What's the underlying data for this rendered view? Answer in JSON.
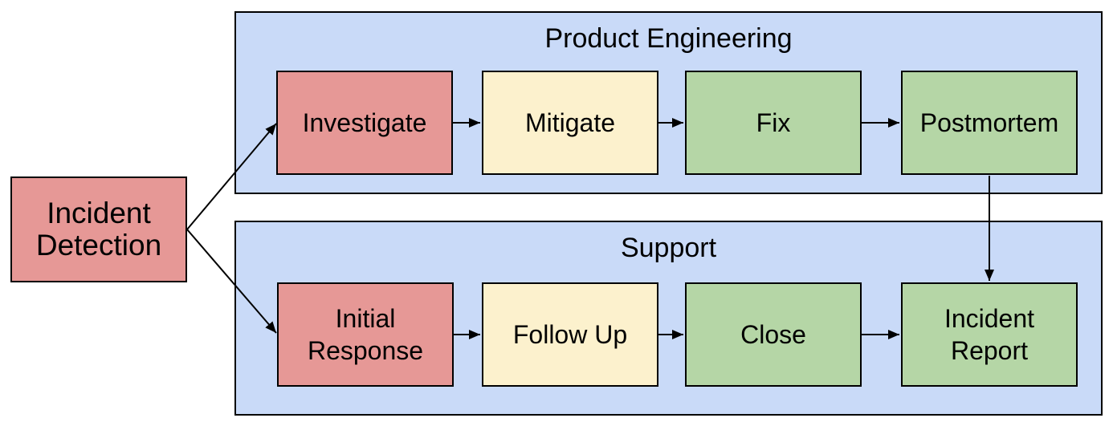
{
  "diagram": {
    "source": {
      "label": "Incident Detection",
      "fill": "#E69896"
    },
    "lanes": [
      {
        "title": "Product Engineering",
        "fill": "#C9DAF8",
        "nodes": [
          {
            "label": "Investigate",
            "fill": "#E69896"
          },
          {
            "label": "Mitigate",
            "fill": "#FCF1CD"
          },
          {
            "label": "Fix",
            "fill": "#B5D6A6"
          },
          {
            "label": "Postmortem",
            "fill": "#B5D6A6"
          }
        ]
      },
      {
        "title": "Support",
        "fill": "#C9DAF8",
        "nodes": [
          {
            "label": "Initial Response",
            "fill": "#E69896"
          },
          {
            "label": "Follow Up",
            "fill": "#FCF1CD"
          },
          {
            "label": "Close",
            "fill": "#B5D6A6"
          },
          {
            "label": "Incident Report",
            "fill": "#B5D6A6"
          }
        ]
      }
    ],
    "edges": [
      {
        "from": "Incident Detection",
        "to": "Investigate"
      },
      {
        "from": "Incident Detection",
        "to": "Initial Response"
      },
      {
        "from": "Investigate",
        "to": "Mitigate"
      },
      {
        "from": "Mitigate",
        "to": "Fix"
      },
      {
        "from": "Fix",
        "to": "Postmortem"
      },
      {
        "from": "Postmortem",
        "to": "Incident Report"
      },
      {
        "from": "Initial Response",
        "to": "Follow Up"
      },
      {
        "from": "Follow Up",
        "to": "Close"
      },
      {
        "from": "Close",
        "to": "Incident Report"
      }
    ],
    "colors": {
      "lane_fill": "#C9DAF8",
      "red_fill": "#E69896",
      "yellow_fill": "#FCF1CD",
      "green_fill": "#B5D6A6",
      "stroke": "#000000",
      "background": "#FFFFFF"
    }
  }
}
